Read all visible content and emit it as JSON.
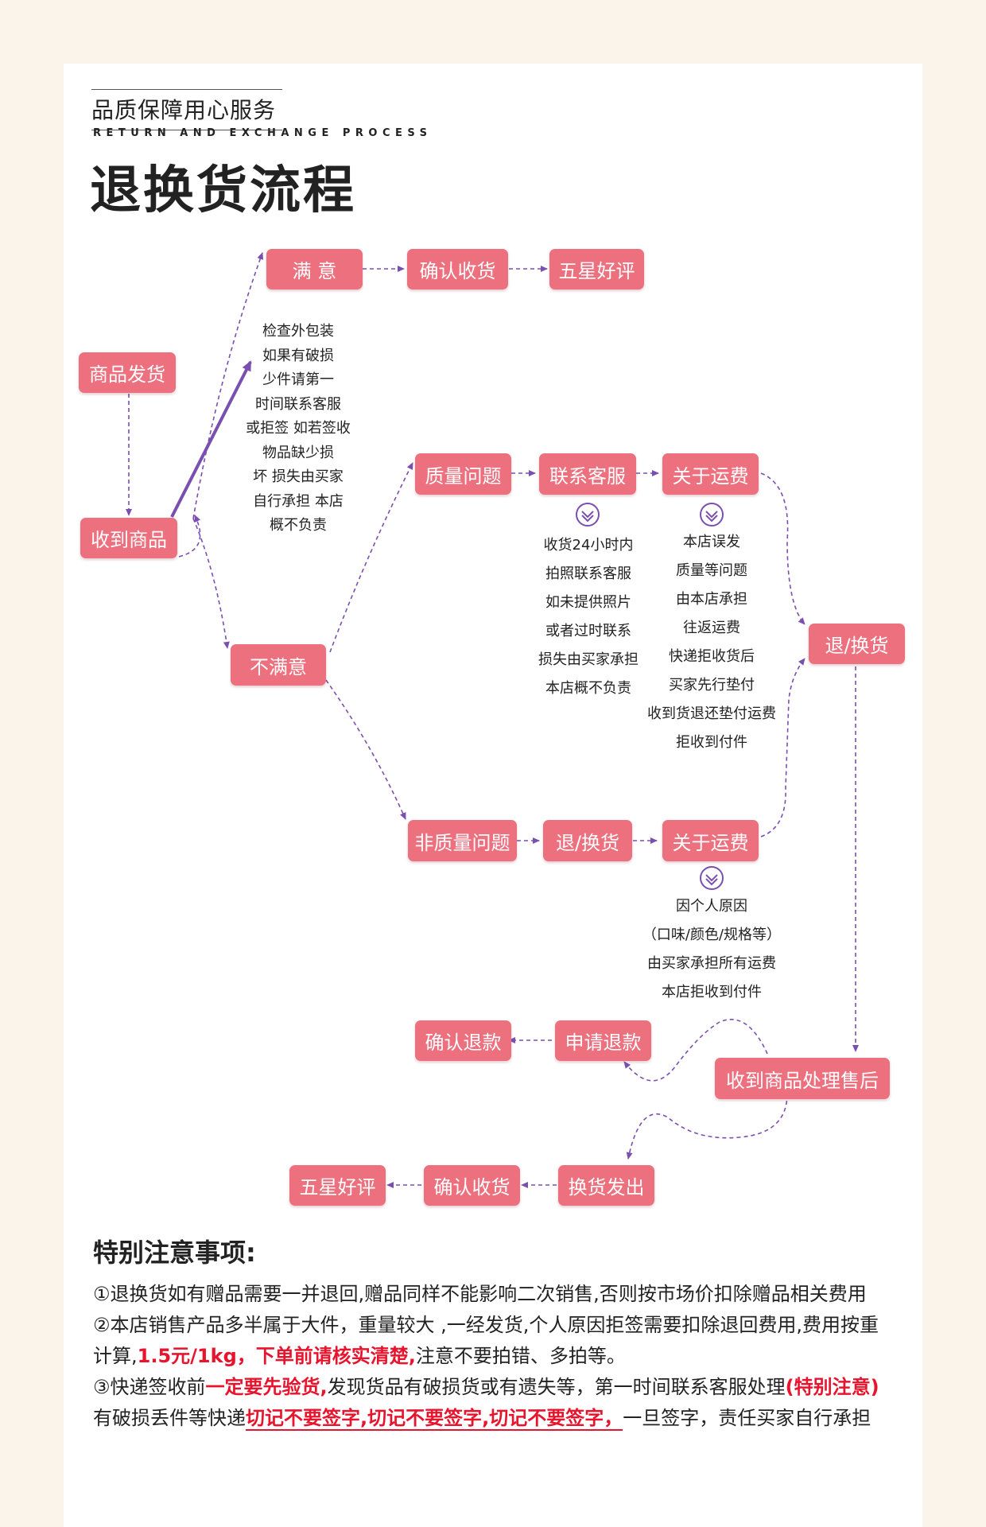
{
  "header": {
    "subtitle": "品质保障用心服务",
    "eng": "RETURN AND EXCHANGE PROCESS",
    "title": "退换货流程"
  },
  "boxes": {
    "ship": "商品发货",
    "receive": "收到商品",
    "satisfied": "满 意",
    "confirm1": "确认收货",
    "star1": "五星好评",
    "unsatisfied": "不满意",
    "quality": "质量问题",
    "contact": "联系客服",
    "freight1": "关于运费",
    "return1": "退/换货",
    "nonquality": "非质量问题",
    "return2": "退/换货",
    "freight2": "关于运费",
    "refund_confirm": "确认退款",
    "refund_apply": "申请退款",
    "after_sale": "收到商品处理售后",
    "star2": "五星好评",
    "confirm2": "确认收货",
    "exchange": "换货发出"
  },
  "notes": {
    "check": [
      "检查外包装",
      "如果有破损",
      "少件请第一",
      "时间联系客服",
      "或拒签 如若签收",
      "物品缺少损",
      "坏 损失由买家",
      "自行承担 本店",
      "概不负责"
    ],
    "contact": [
      "收货24小时内",
      "拍照联系客服",
      "如未提供照片",
      "或者过时联系",
      "损失由买家承担",
      "本店概不负责"
    ],
    "freight1": [
      "本店误发",
      "质量等问题",
      "由本店承担",
      "往返运费",
      "快递拒收货后",
      "买家先行垫付",
      "收到货退还垫付运费",
      "拒收到付件"
    ],
    "freight2": [
      "因个人原因",
      "（口味/颜色/规格等）",
      "由买家承担所有运费",
      "本店拒收到付件"
    ]
  },
  "notice": {
    "head": "特别注意事项:",
    "p1": "①退换货如有赠品需要一并退回,赠品同样不能影响二次销售,否则按市场价扣除赠品相关费用",
    "p2a": "②本店销售产品多半属于大件，重量较大 ,一经发货,个人原因拒签需要扣除退回费用,费用按重计算,",
    "p2b": "1.5元/1kg，下单前请核实清楚,",
    "p2c": "注意不要拍错、多拍等。",
    "p3a": "③快递签收前",
    "p3b": "一定要先验货,",
    "p3c": "发现货品有破损货或有遗失等，第一时间联系客服处理",
    "p3d": "(特别注意)",
    "p3e": "有破损丢件等快递",
    "p3f": "切记不要签字,切记不要签字,切记不要签字，",
    "p3g": "一旦签字，责任买家自行承担"
  }
}
